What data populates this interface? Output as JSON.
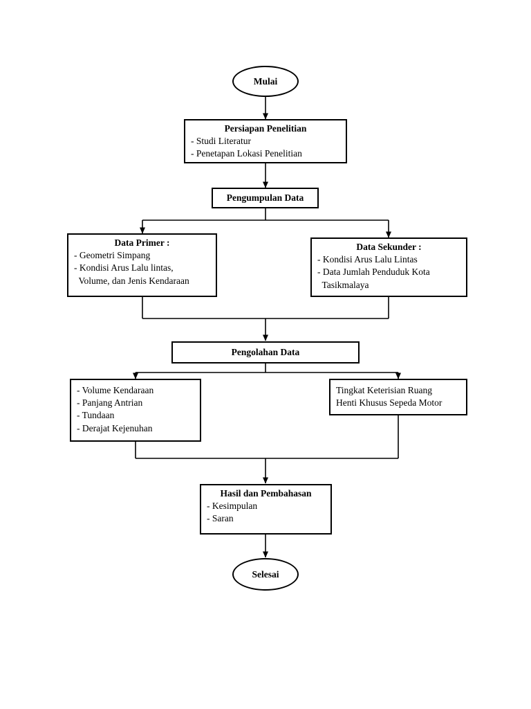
{
  "diagram": {
    "type": "flowchart",
    "orientation": "top-to-bottom",
    "nodes": {
      "start": {
        "label": "Mulai",
        "shape": "ellipse"
      },
      "persiapan": {
        "title": "Persiapan Penelitian",
        "lines": [
          "- Studi Literatur",
          "- Penetapan Lokasi Penelitian"
        ],
        "shape": "rectangle"
      },
      "pengumpulan": {
        "label": "Pengumpulan Data",
        "shape": "rectangle"
      },
      "data_primer": {
        "title": "Data Primer :",
        "lines": [
          "- Geometri Simpang",
          "- Kondisi Arus Lalu lintas,",
          "  Volume, dan Jenis Kendaraan"
        ],
        "shape": "rectangle"
      },
      "data_sekunder": {
        "title": "Data Sekunder :",
        "lines": [
          "- Kondisi Arus Lalu Lintas",
          "- Data Jumlah Penduduk Kota",
          "  Tasikmalaya"
        ],
        "shape": "rectangle"
      },
      "pengolahan": {
        "label": "Pengolahan Data",
        "shape": "rectangle"
      },
      "hasil_kiri": {
        "lines": [
          "- Volume Kendaraan",
          "- Panjang Antrian",
          "- Tundaan",
          "- Derajat Kejenuhan"
        ],
        "shape": "rectangle"
      },
      "hasil_kanan": {
        "lines": [
          "Tingkat Keterisian Ruang",
          "Henti Khusus Sepeda Motor"
        ],
        "shape": "rectangle"
      },
      "hasil_pembahasan": {
        "title": "Hasil dan Pembahasan",
        "lines": [
          "- Kesimpulan",
          "- Saran"
        ],
        "shape": "rectangle"
      },
      "end": {
        "label": "Selesai",
        "shape": "ellipse"
      }
    },
    "edges": [
      {
        "from": "start",
        "to": "persiapan"
      },
      {
        "from": "persiapan",
        "to": "pengumpulan"
      },
      {
        "from": "pengumpulan",
        "to": "data_primer"
      },
      {
        "from": "pengumpulan",
        "to": "data_sekunder"
      },
      {
        "from": "data_primer",
        "to": "pengolahan"
      },
      {
        "from": "data_sekunder",
        "to": "pengolahan"
      },
      {
        "from": "pengolahan",
        "to": "hasil_kiri"
      },
      {
        "from": "pengolahan",
        "to": "hasil_kanan"
      },
      {
        "from": "hasil_kiri",
        "to": "hasil_pembahasan"
      },
      {
        "from": "hasil_kanan",
        "to": "hasil_pembahasan"
      },
      {
        "from": "hasil_pembahasan",
        "to": "end"
      }
    ],
    "colors": {
      "stroke": "#000000",
      "fill": "#ffffff",
      "text": "#000000"
    }
  }
}
